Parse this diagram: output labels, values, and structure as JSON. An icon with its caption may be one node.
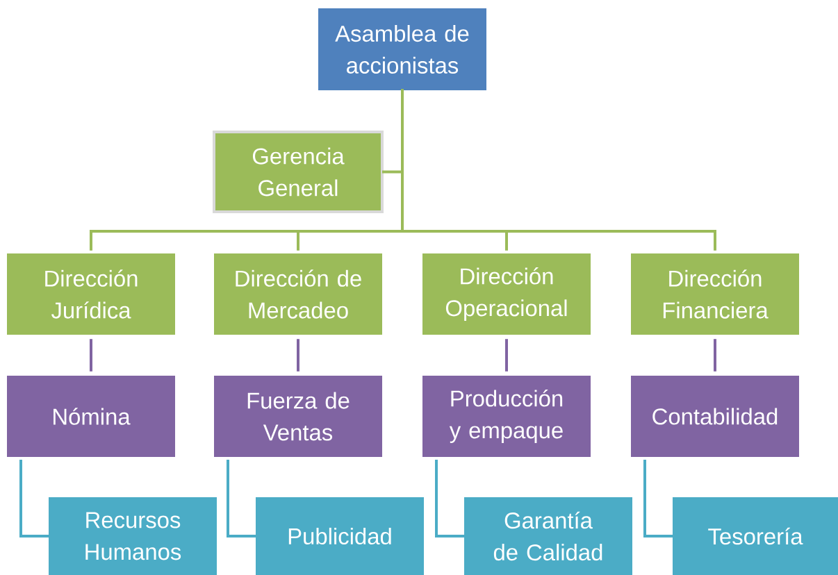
{
  "diagram": {
    "nodes": [
      {
        "text": [
          "Asamblea de accionistas"
        ]
      },
      {
        "text": [
          "Gerencia General"
        ]
      },
      {
        "text": [
          "Dirección Jurídica"
        ]
      },
      {
        "text": [
          "Dirección de Mercadeo"
        ]
      },
      {
        "text": [
          "Dirección Operacional"
        ]
      },
      {
        "text": [
          "Dirección Financiera"
        ]
      },
      {
        "text": [
          "Nómina"
        ]
      },
      {
        "text": [
          "Fuerza de Ventas"
        ]
      },
      {
        "text": [
          "Producción y empaque"
        ]
      },
      {
        "text": [
          "Contabilidad"
        ]
      },
      {
        "text": [
          "Recursos Humanos"
        ]
      },
      {
        "text": [
          "Publicidad"
        ]
      },
      {
        "text": [
          "Garantía de Calidad"
        ]
      },
      {
        "text": [
          "Tesorería"
        ]
      }
    ],
    "edges": [
      {
        "from": 0,
        "to": 1,
        "arrow": "none"
      },
      {
        "from": 0,
        "to": 2,
        "arrow": "none"
      },
      {
        "from": 0,
        "to": 3,
        "arrow": "none"
      },
      {
        "from": 0,
        "to": 4,
        "arrow": "none"
      },
      {
        "from": 0,
        "to": 5,
        "arrow": "none"
      },
      {
        "from": 2,
        "to": 6,
        "arrow": "none",
        "color": "#8064a2"
      },
      {
        "from": 3,
        "to": 7,
        "arrow": "none",
        "color": "#8064a2"
      },
      {
        "from": 4,
        "to": 8,
        "arrow": "none",
        "color": "#8064a2"
      },
      {
        "from": 5,
        "to": 9,
        "arrow": "none",
        "color": "#8064a2"
      },
      {
        "from": 6,
        "to": 10,
        "arrow": "none",
        "color": "#4bacc6"
      },
      {
        "from": 7,
        "to": 11,
        "arrow": "none",
        "color": "#4bacc6"
      },
      {
        "from": 8,
        "to": 12,
        "arrow": "none",
        "color": "#4bacc6"
      },
      {
        "from": 9,
        "to": 13,
        "arrow": "none",
        "color": "#4bacc6"
      }
    ]
  }
}
